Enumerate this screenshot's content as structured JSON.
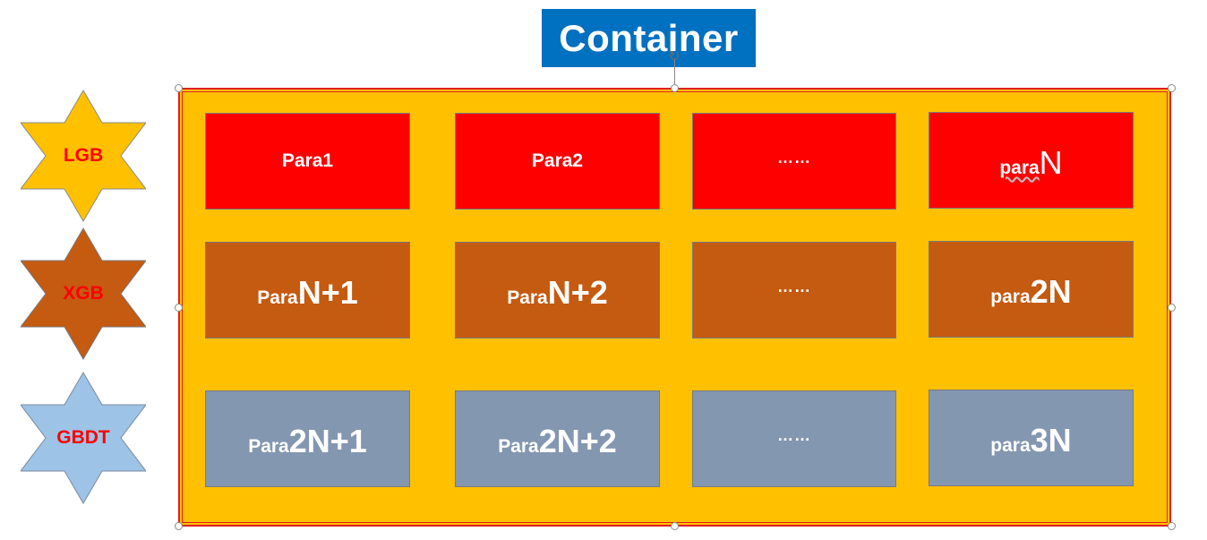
{
  "title": "Container",
  "colors": {
    "title_bg": "#0070c0",
    "container_bg": "#ffc000",
    "container_border": "#e02020",
    "row1": "#ff0000",
    "row2": "#c55a11",
    "row3": "#8497b0",
    "star_label": "#ff0000"
  },
  "models": [
    {
      "label": "LGB",
      "color": "#ffc000"
    },
    {
      "label": "XGB",
      "color": "#c55a11"
    },
    {
      "label": "GBDT",
      "color": "#9dc3e6"
    }
  ],
  "grid": {
    "row1": [
      {
        "prefix": "Para1",
        "suffix": ""
      },
      {
        "prefix": "Para2",
        "suffix": ""
      },
      {
        "prefix": "……",
        "suffix": ""
      },
      {
        "prefix": "para",
        "suffix": "N"
      }
    ],
    "row2": [
      {
        "prefix": "Para",
        "suffix": "N+1"
      },
      {
        "prefix": "Para",
        "suffix": "N+2"
      },
      {
        "prefix": "……",
        "suffix": ""
      },
      {
        "prefix": "para",
        "suffix": "2N"
      }
    ],
    "row3": [
      {
        "prefix": "Para",
        "suffix": "2N+1"
      },
      {
        "prefix": "Para",
        "suffix": "2N+2"
      },
      {
        "prefix": "……",
        "suffix": ""
      },
      {
        "prefix": "para",
        "suffix": "3N"
      }
    ]
  }
}
